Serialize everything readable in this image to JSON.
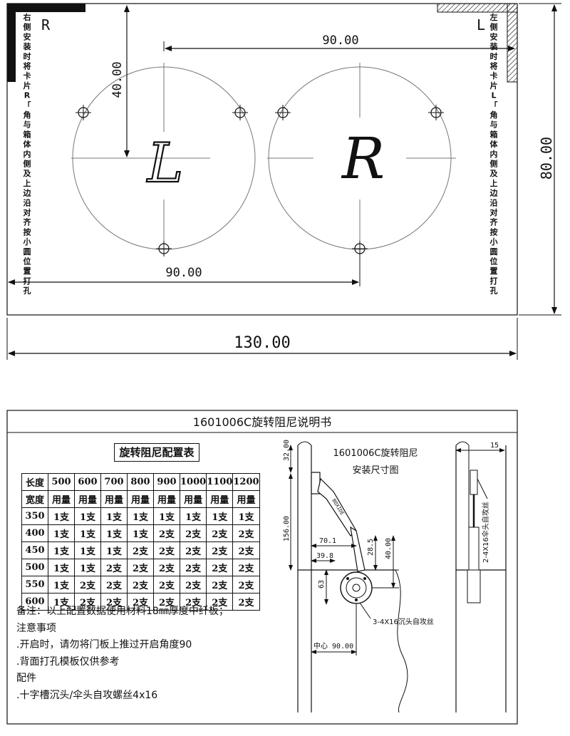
{
  "template": {
    "label_right": "R",
    "label_left": "L",
    "script_letter_left": "L",
    "script_letter_right": "R",
    "dim_top": "90.00",
    "dim_bottom": "90.00",
    "dim_vertical": "40.00",
    "dim_height": "80.00",
    "dim_width": "130.00",
    "note_left": "右侧安装时将卡片R「角与箱体内侧及上边沿对齐按小圆位置打孔",
    "note_right": "左侧安装时将卡片L「角与箱体内侧及上边沿对齐按小圆位置打孔"
  },
  "sheet": {
    "title": "1601006C旋转阻尼说明书",
    "table_title": "旋转阻尼配置表",
    "table": {
      "header_length": "长度",
      "lengths": [
        "500",
        "600",
        "700",
        "800",
        "900",
        "1000",
        "1100",
        "1200"
      ],
      "header_width": "宽度",
      "usage_label": "用量",
      "rows": [
        {
          "width": "350",
          "values": [
            "1支",
            "1支",
            "1支",
            "1支",
            "1支",
            "1支",
            "1支",
            "1支"
          ]
        },
        {
          "width": "400",
          "values": [
            "1支",
            "1支",
            "1支",
            "1支",
            "2支",
            "2支",
            "2支",
            "2支"
          ]
        },
        {
          "width": "450",
          "values": [
            "1支",
            "1支",
            "1支",
            "2支",
            "2支",
            "2支",
            "2支",
            "2支"
          ]
        },
        {
          "width": "500",
          "values": [
            "1支",
            "1支",
            "2支",
            "2支",
            "2支",
            "2支",
            "2支",
            "2支"
          ]
        },
        {
          "width": "550",
          "values": [
            "1支",
            "2支",
            "2支",
            "2支",
            "2支",
            "2支",
            "2支",
            "2支"
          ]
        },
        {
          "width": "600",
          "values": [
            "1支",
            "2支",
            "2支",
            "2支",
            "2支",
            "2支",
            "2支",
            "2支"
          ]
        }
      ]
    },
    "notes": [
      "备注：以上配置数据使用材料18㎜厚度中纤板；",
      "注意事项",
      ".开启时，请勿将门板上推过开启角度90",
      ".背面打孔模板仅供参考",
      "配件",
      ".十字槽沉头/伞头自攻螺丝4x16"
    ],
    "drawing": {
      "title_line1": "1601006C旋转阻尼",
      "title_line2": "安装尺寸图",
      "dim_32": "32.00",
      "dim_156": "156.00",
      "dim_70": "70.1",
      "dim_39": "39.8",
      "dim_28": "28.5",
      "dim_40": "40.00",
      "dim_63": "63",
      "screw_note": "3-4X16沉头自攻丝",
      "center_label": "中心",
      "center_dim": "90.00",
      "side_dim": "15",
      "side_note": "2-4X16伞头自攻丝",
      "part_label": "BOXIDE"
    }
  }
}
